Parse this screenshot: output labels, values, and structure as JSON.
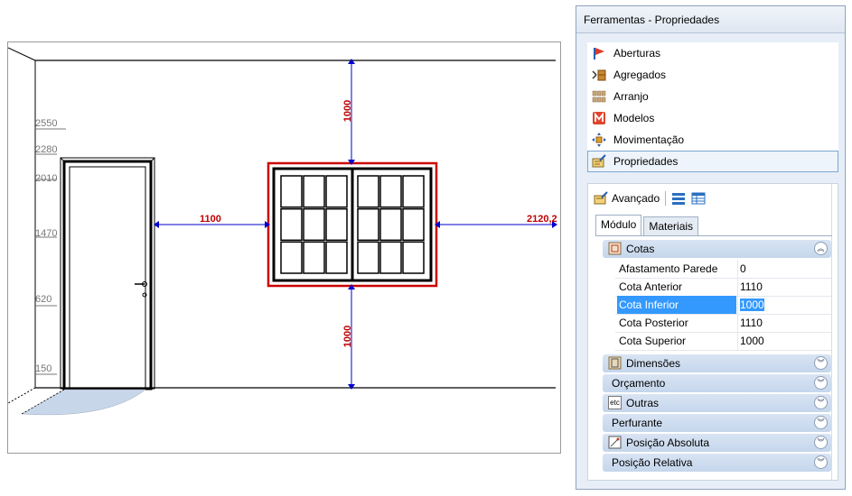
{
  "drawing": {
    "height_labels": [
      "2550",
      "2280",
      "2010",
      "1470",
      "620",
      "150"
    ],
    "dimensions": {
      "top": "1000",
      "bottom": "1000",
      "left": "1100",
      "right": "2120,2"
    },
    "colors": {
      "dim_line": "#0000cc",
      "dim_text": "#c00000",
      "window_frame": "#cc0000"
    }
  },
  "panel": {
    "title": "Ferramentas - Propriedades",
    "tools": [
      {
        "label": "Aberturas",
        "icon": "flag-icon"
      },
      {
        "label": "Agregados",
        "icon": "aggregate-icon"
      },
      {
        "label": "Arranjo",
        "icon": "grid-icon"
      },
      {
        "label": "Modelos",
        "icon": "models-icon"
      },
      {
        "label": "Movimentação",
        "icon": "move-icon"
      },
      {
        "label": "Propriedades",
        "icon": "properties-icon"
      }
    ],
    "advanced_label": "Avançado",
    "tabs": [
      "Módulo",
      "Materiais"
    ],
    "groups": {
      "cotas": "Cotas",
      "dimensoes": "Dimensões",
      "orcamento": "Orçamento",
      "outras": "Outras",
      "perfurante": "Perfurante",
      "posicao_absoluta": "Posição Absoluta",
      "posicao_relativa": "Posição Relativa"
    },
    "cotas_properties": [
      {
        "name": "Afastamento Parede",
        "value": "0"
      },
      {
        "name": "Cota Anterior",
        "value": "1110"
      },
      {
        "name": "Cota Inferior",
        "value": "1000"
      },
      {
        "name": "Cota Posterior",
        "value": "1110"
      },
      {
        "name": "Cota Superior",
        "value": "1000"
      }
    ],
    "outras_icon_text": "etc"
  }
}
